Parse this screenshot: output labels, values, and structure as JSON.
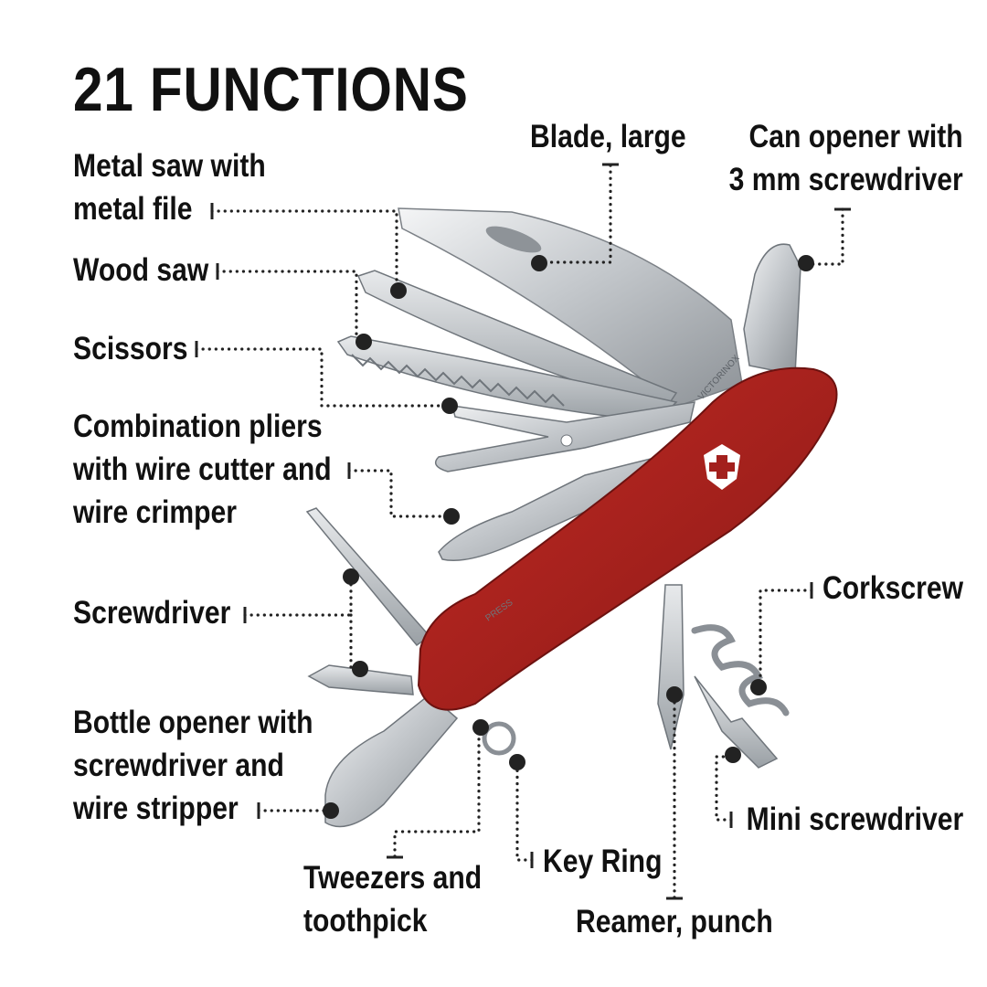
{
  "title": "21 FUNCTIONS",
  "labels": {
    "metal_saw": "Metal saw with\nmetal file",
    "wood_saw": "Wood saw",
    "scissors": "Scissors",
    "pliers": "Combination pliers\nwith wire cutter and\nwire crimper",
    "screwdriver": "Screwdriver",
    "bottle_opener": "Bottle opener with\nscrewdriver and\nwire stripper",
    "tweezers": "Tweezers and\ntoothpick",
    "key_ring": "Key Ring",
    "reamer": "Reamer, punch",
    "mini_screwdriver": "Mini screwdriver",
    "corkscrew": "Corkscrew",
    "blade_large": "Blade, large",
    "can_opener": "Can opener with\n3 mm screwdriver"
  },
  "handle": {
    "brand_text": "VICTORINOX",
    "press_text": "PRESS"
  },
  "colors": {
    "handle_red": "#a3201d",
    "steel": "#c9ccd0",
    "text": "#111111"
  }
}
